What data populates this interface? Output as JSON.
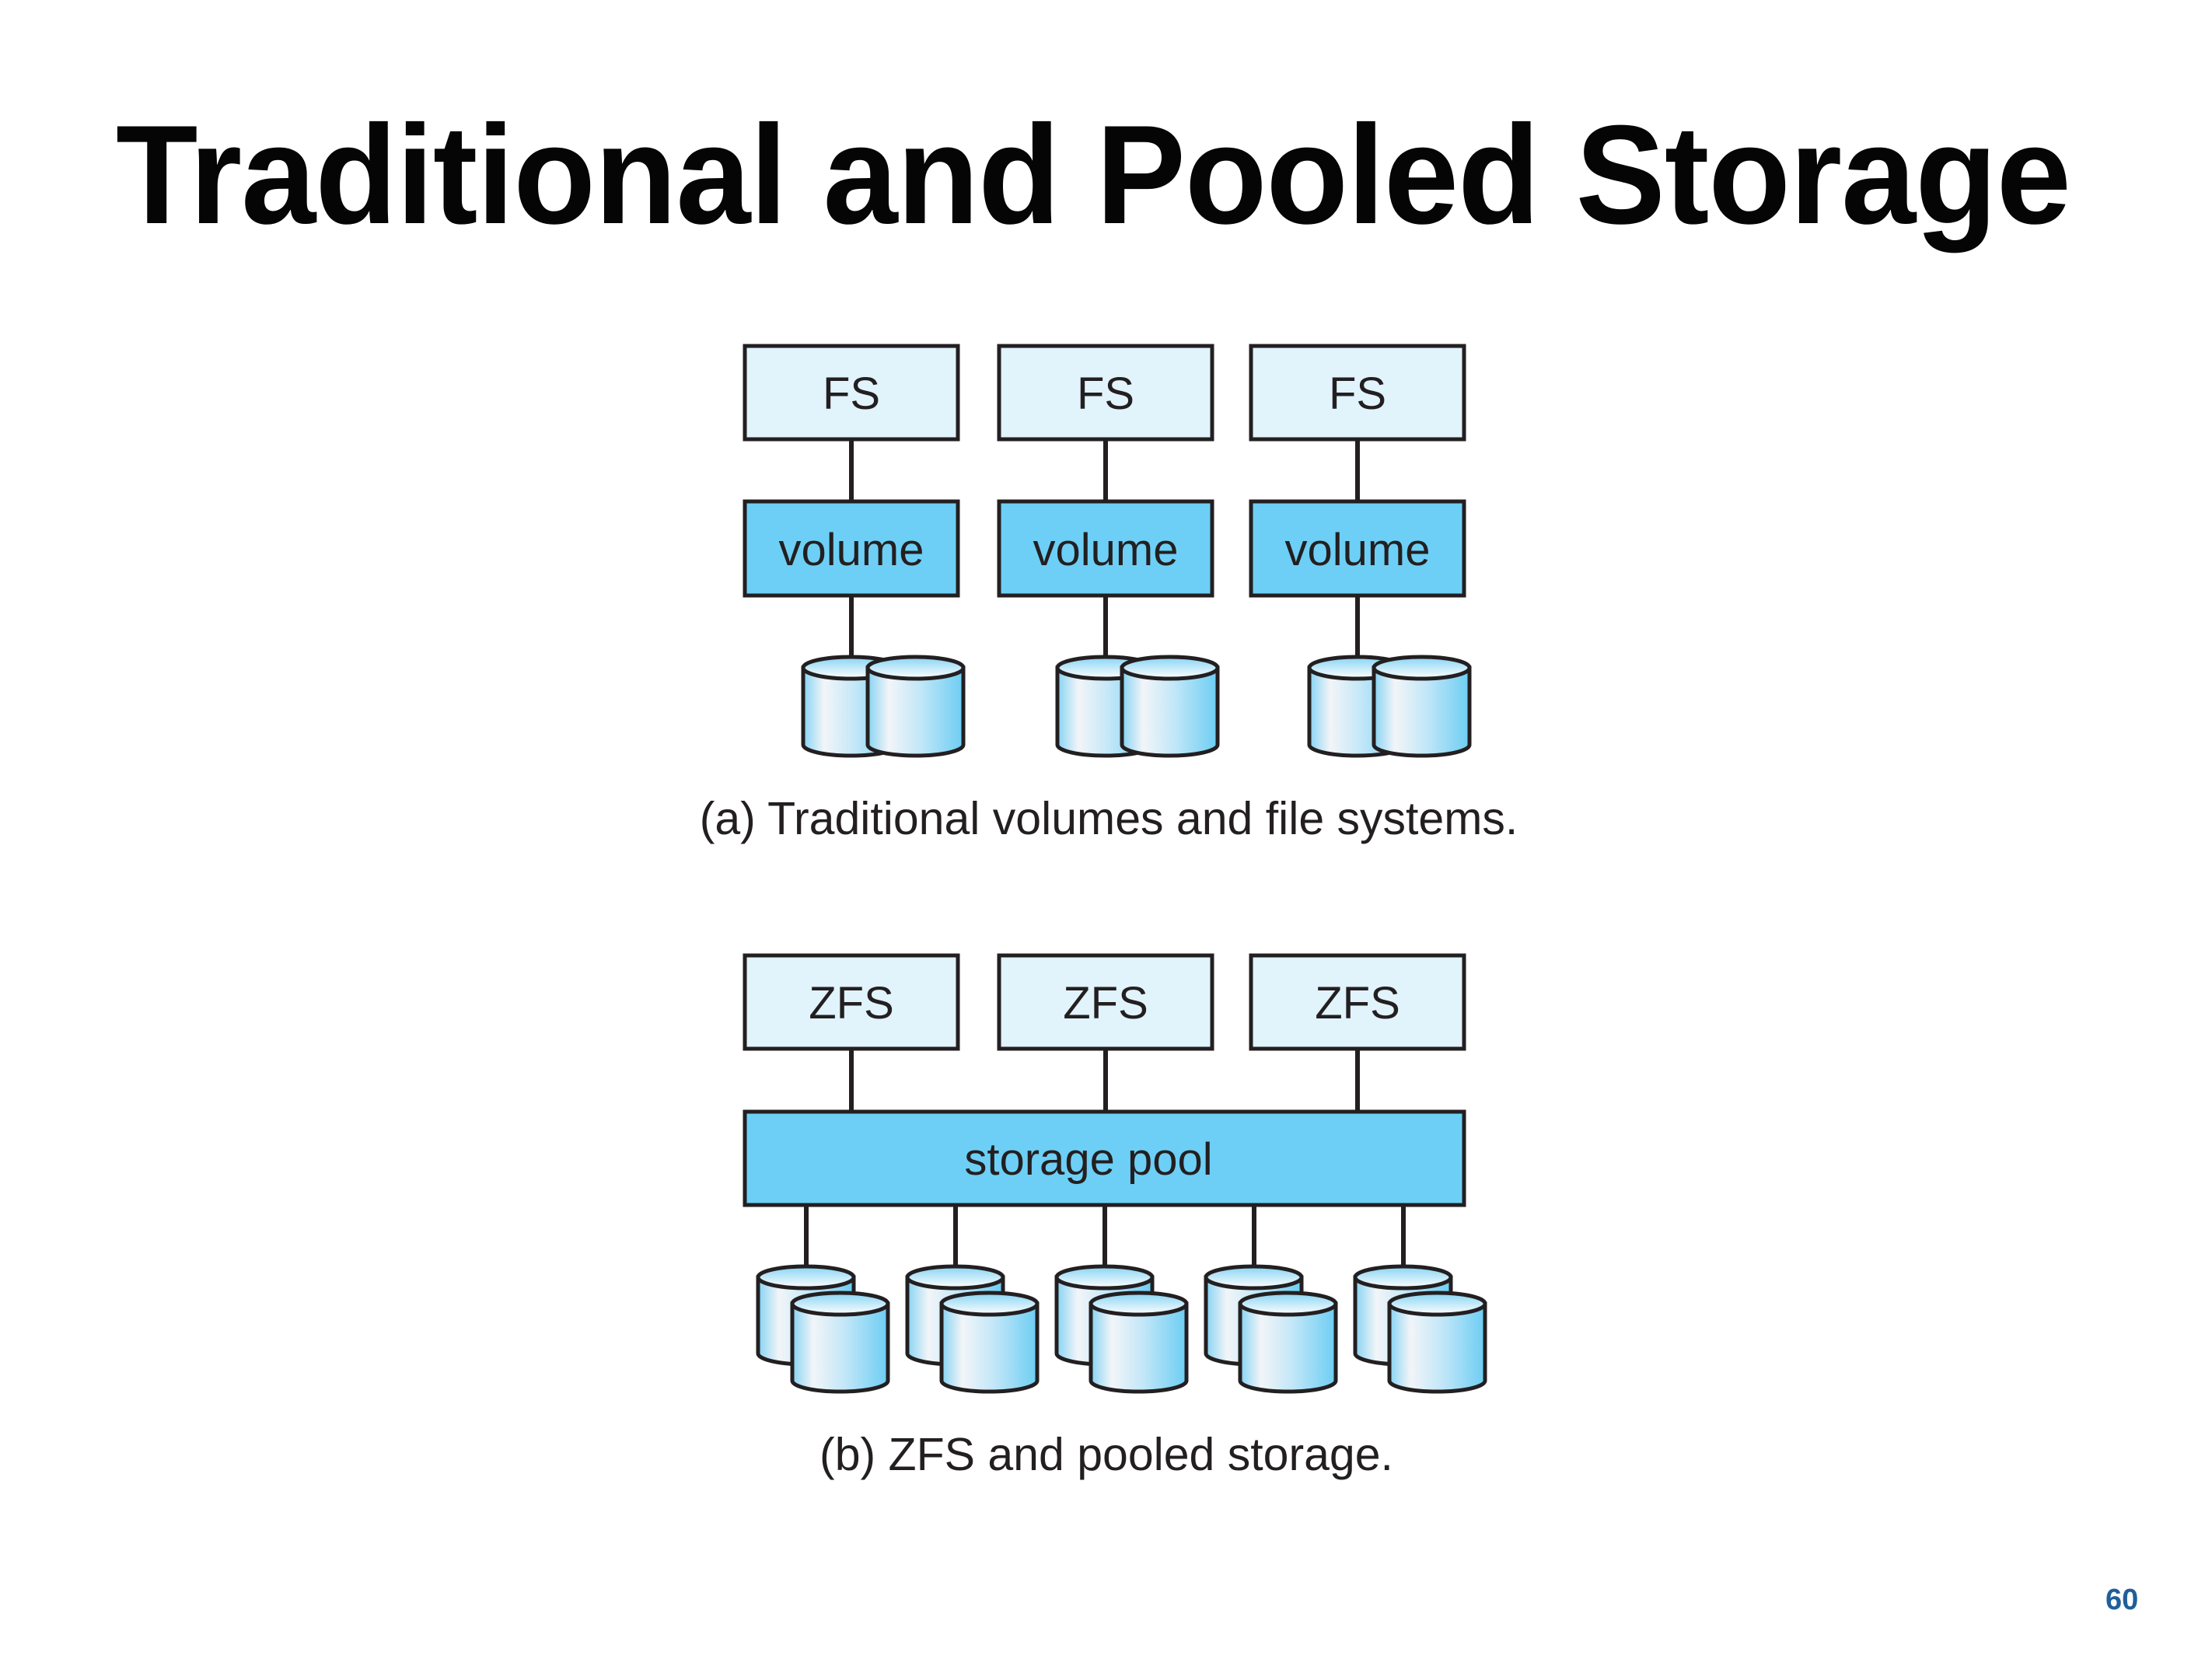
{
  "slide": {
    "title": "Traditional and Pooled Storage",
    "page_number": "60"
  },
  "colors": {
    "fs_box_fill": "#e1f3fb",
    "volume_fill": "#6dcff5",
    "outline": "#231f20",
    "page_number": "#1f5f9a"
  },
  "traditional": {
    "columns": [
      {
        "fs_label": "FS",
        "volume_label": "volume",
        "disks": 2
      },
      {
        "fs_label": "FS",
        "volume_label": "volume",
        "disks": 2
      },
      {
        "fs_label": "FS",
        "volume_label": "volume",
        "disks": 2
      }
    ],
    "caption": "(a) Traditional volumes and file systems."
  },
  "pooled": {
    "filesystems": [
      {
        "label": "ZFS"
      },
      {
        "label": "ZFS"
      },
      {
        "label": "ZFS"
      }
    ],
    "pool_label": "storage pool",
    "disk_groups": 5,
    "disks_per_group": 2,
    "caption": "(b) ZFS and pooled storage."
  }
}
